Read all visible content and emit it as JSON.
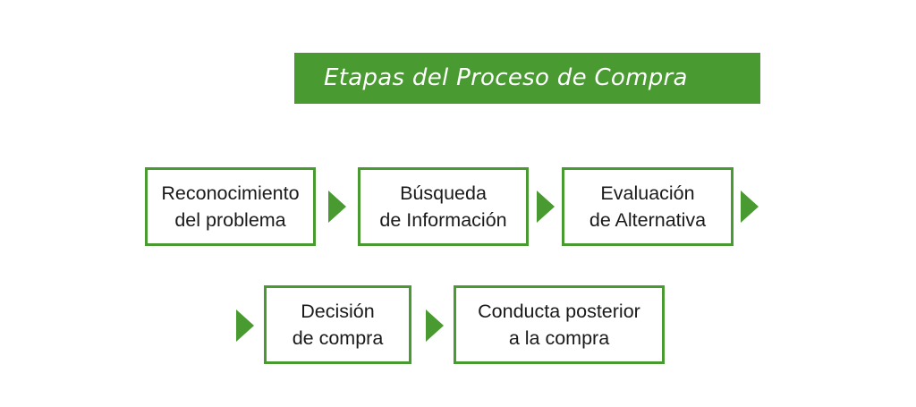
{
  "title": "Etapas del Proceso de Compra",
  "colors": {
    "accent": "#4a9a32",
    "text": "#1a1a1a",
    "banner_text": "#ffffff"
  },
  "steps": [
    {
      "line1": "Reconocimiento",
      "line2": "del problema"
    },
    {
      "line1": "Búsqueda",
      "line2": "de Información"
    },
    {
      "line1": "Evaluación",
      "line2": "de Alternativa"
    },
    {
      "line1": "Decisión",
      "line2": "de compra"
    },
    {
      "line1": "Conducta posterior",
      "line2": "a la compra"
    }
  ],
  "arrow_icon": "triangle-right-icon"
}
